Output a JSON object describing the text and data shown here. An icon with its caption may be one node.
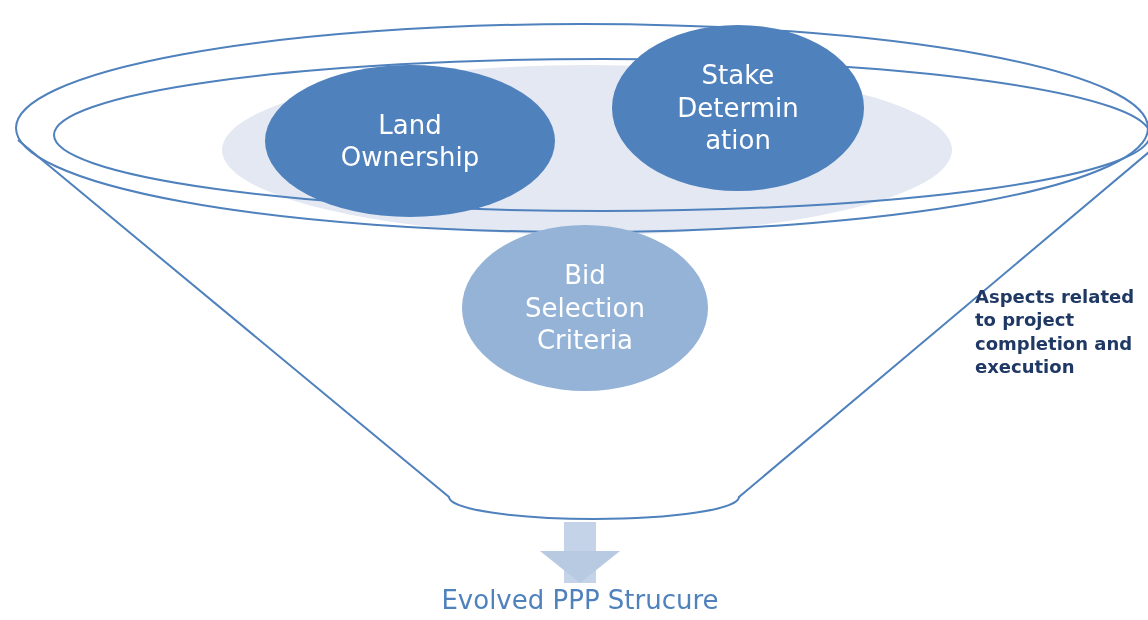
{
  "diagram": {
    "nodes": [
      {
        "text": [],
        "shape": "funnel"
      },
      {
        "text": [
          "Land Ownership"
        ],
        "in": 0
      },
      {
        "text": [
          "Stake Determin ation"
        ],
        "in": 0
      },
      {
        "text": [
          "Bid Selection Criteria"
        ],
        "in": 0
      },
      {
        "text": [
          "Evolved PPP Strucure"
        ]
      }
    ],
    "edges": [
      {
        "from": 0,
        "to": 4,
        "arrow": "to"
      }
    ],
    "labels": [
      "Aspects related to project completion and execution"
    ]
  }
}
